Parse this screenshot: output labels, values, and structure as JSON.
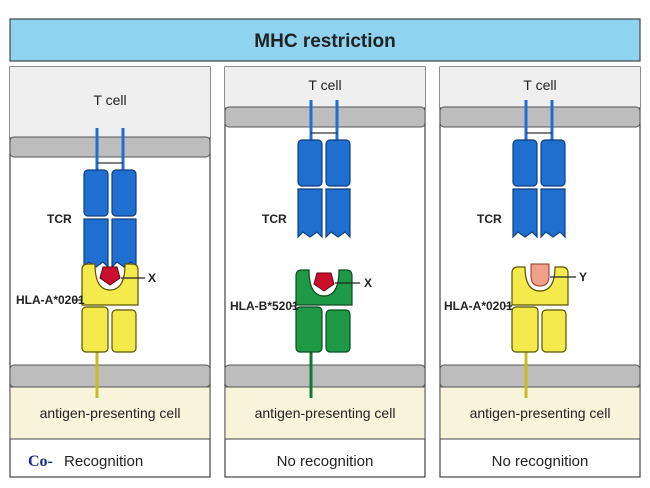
{
  "title": "MHC restriction",
  "colors": {
    "title_bg": "#8fd3f0",
    "tcr": "#1f6fd1",
    "hla_a": "#f4ea4c",
    "hla_b": "#1e9a46",
    "peptide_x": "#c8102e",
    "peptide_y": "#f3a08a",
    "membrane": "#bdbdbd",
    "apc_fill": "#f8f4dc",
    "tcell_fill": "#efefef"
  },
  "panels": [
    {
      "top_label": "T  cell",
      "tcr_label": "TCR",
      "mhc_label": "HLA-A*0201",
      "peptide_label": "X",
      "bottom_label": "antigen-presenting cell",
      "caption": "Recognition",
      "logo": "Co-"
    },
    {
      "top_label": "T  cell",
      "tcr_label": "TCR",
      "mhc_label": "HLA-B*5201",
      "peptide_label": "X",
      "bottom_label": "antigen-presenting cell",
      "caption": "No recognition"
    },
    {
      "top_label": "T  cell",
      "tcr_label": "TCR",
      "mhc_label": "HLA-A*0201",
      "peptide_label": "Y",
      "bottom_label": "antigen-presenting cell",
      "caption": "No recognition"
    }
  ]
}
